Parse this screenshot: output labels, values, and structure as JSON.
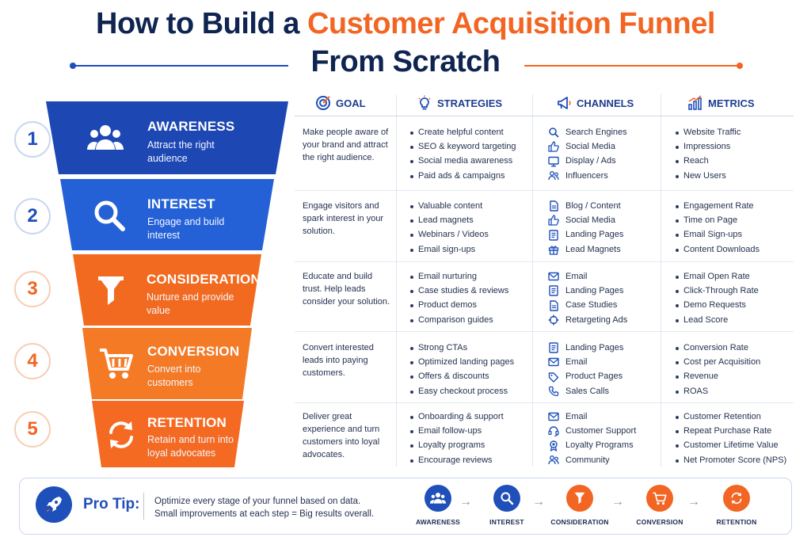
{
  "title": {
    "part1": "How to Build a ",
    "accent": "Customer Acquisition Funnel",
    "line2": "From Scratch"
  },
  "colors": {
    "blue": "#1f4fb8",
    "orange": "#f26522",
    "navy": "#0f2450"
  },
  "columns": {
    "goal": {
      "label": "GOAL",
      "icon": "target-icon"
    },
    "strategies": {
      "label": "STRATEGIES",
      "icon": "lightbulb-icon"
    },
    "channels": {
      "label": "CHANNELS",
      "icon": "megaphone-icon"
    },
    "metrics": {
      "label": "METRICS",
      "icon": "bar-chart-icon"
    }
  },
  "stages": [
    {
      "number": "1",
      "name": "AWARENESS",
      "tagline": "Attract the right audience",
      "icon": "users-icon",
      "goal": "Make people aware of your brand and attract the right audience.",
      "strategies": [
        "Create helpful content",
        "SEO & keyword targeting",
        "Social media awareness",
        "Paid ads & campaigns"
      ],
      "channels": [
        {
          "label": "Search Engines",
          "icon": "search-icon"
        },
        {
          "label": "Social Media",
          "icon": "thumbs-up-icon"
        },
        {
          "label": "Display / Ads",
          "icon": "monitor-icon"
        },
        {
          "label": "Influencers",
          "icon": "people-icon"
        }
      ],
      "metrics": [
        "Website Traffic",
        "Impressions",
        "Reach",
        "New Users"
      ]
    },
    {
      "number": "2",
      "name": "INTEREST",
      "tagline": "Engage and build interest",
      "icon": "magnifier-icon",
      "goal": "Engage visitors and spark interest in your solution.",
      "strategies": [
        "Valuable content",
        "Lead magnets",
        "Webinars / Videos",
        "Email sign-ups"
      ],
      "channels": [
        {
          "label": "Blog / Content",
          "icon": "document-icon"
        },
        {
          "label": "Social Media",
          "icon": "thumbs-up-icon"
        },
        {
          "label": "Landing Pages",
          "icon": "page-icon"
        },
        {
          "label": "Lead Magnets",
          "icon": "gift-icon"
        }
      ],
      "metrics": [
        "Engagement Rate",
        "Time on Page",
        "Email Sign-ups",
        "Content Downloads"
      ]
    },
    {
      "number": "3",
      "name": "CONSIDERATION",
      "tagline": "Nurture and provide value",
      "icon": "filter-icon",
      "goal": "Educate and build trust. Help leads consider your solution.",
      "strategies": [
        "Email nurturing",
        "Case studies & reviews",
        "Product demos",
        "Comparison guides"
      ],
      "channels": [
        {
          "label": "Email",
          "icon": "envelope-icon"
        },
        {
          "label": "Landing Pages",
          "icon": "page-icon"
        },
        {
          "label": "Case Studies",
          "icon": "document-icon"
        },
        {
          "label": "Retargeting Ads",
          "icon": "crosshair-icon"
        }
      ],
      "metrics": [
        "Email Open Rate",
        "Click-Through Rate",
        "Demo Requests",
        "Lead Score"
      ]
    },
    {
      "number": "4",
      "name": "CONVERSION",
      "tagline": "Convert into customers",
      "icon": "cart-icon",
      "goal": "Convert interested leads into paying customers.",
      "strategies": [
        "Strong CTAs",
        "Optimized landing pages",
        "Offers & discounts",
        "Easy checkout process"
      ],
      "channels": [
        {
          "label": "Landing Pages",
          "icon": "page-icon"
        },
        {
          "label": "Email",
          "icon": "envelope-icon"
        },
        {
          "label": "Product Pages",
          "icon": "tag-icon"
        },
        {
          "label": "Sales Calls",
          "icon": "phone-icon"
        }
      ],
      "metrics": [
        "Conversion Rate",
        "Cost per Acquisition",
        "Revenue",
        "ROAS"
      ]
    },
    {
      "number": "5",
      "name": "RETENTION",
      "tagline": "Retain and turn into loyal advocates",
      "icon": "refresh-icon",
      "goal": "Deliver great experience and turn customers into loyal advocates.",
      "strategies": [
        "Onboarding & support",
        "Email follow-ups",
        "Loyalty programs",
        "Encourage reviews"
      ],
      "channels": [
        {
          "label": "Email",
          "icon": "envelope-icon"
        },
        {
          "label": "Customer Support",
          "icon": "headset-icon"
        },
        {
          "label": "Loyalty Programs",
          "icon": "award-icon"
        },
        {
          "label": "Community",
          "icon": "people-icon"
        }
      ],
      "metrics": [
        "Customer Retention",
        "Repeat Purchase Rate",
        "Customer Lifetime Value",
        "Net Promoter Score (NPS)"
      ]
    }
  ],
  "pro_tip": {
    "label": "Pro Tip:",
    "icon": "rocket-icon",
    "line1": "Optimize every stage of your funnel based on data.",
    "line2": "Small improvements at each step = Big results overall.",
    "flow": [
      "AWARENESS",
      "INTEREST",
      "CONSIDERATION",
      "CONVERSION",
      "RETENTION"
    ]
  }
}
